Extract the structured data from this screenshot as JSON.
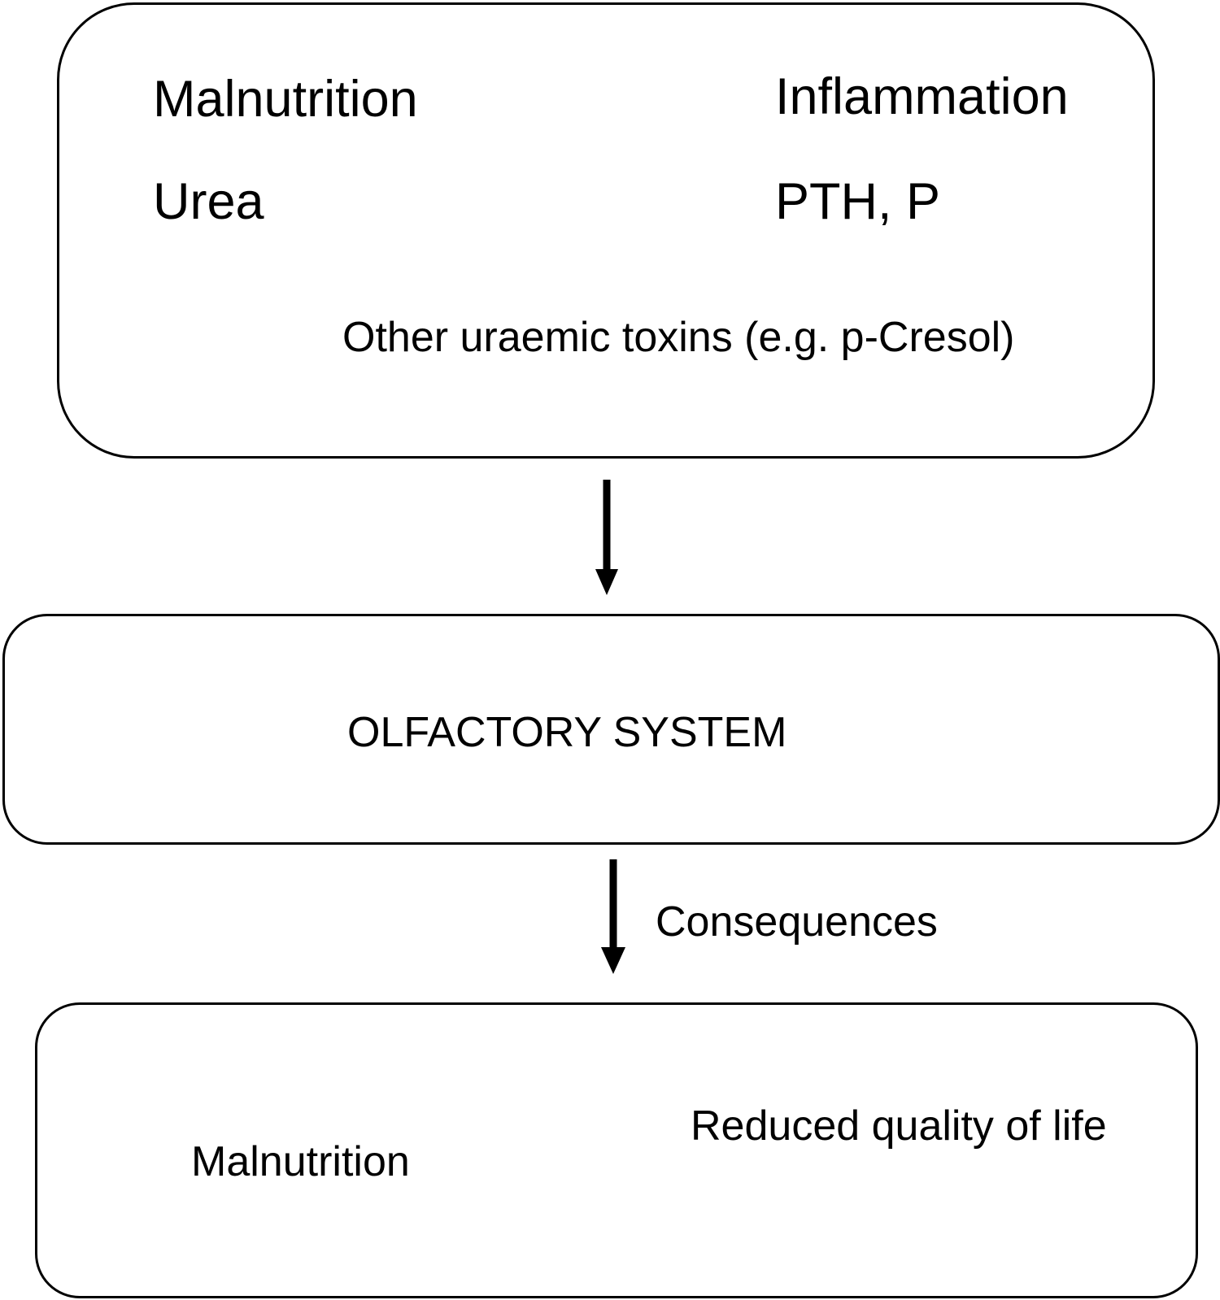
{
  "diagram": {
    "top_box": {
      "items": [
        "Malnutrition",
        "Inflammation",
        "Urea",
        "PTH, P",
        "Other uraemic toxins (e.g. p-Cresol)"
      ]
    },
    "middle_box": {
      "label": "OLFACTORY SYSTEM"
    },
    "arrow_2_label": "Consequences",
    "bottom_box": {
      "items": [
        "Reduced quality of life",
        "Malnutrition"
      ]
    }
  }
}
